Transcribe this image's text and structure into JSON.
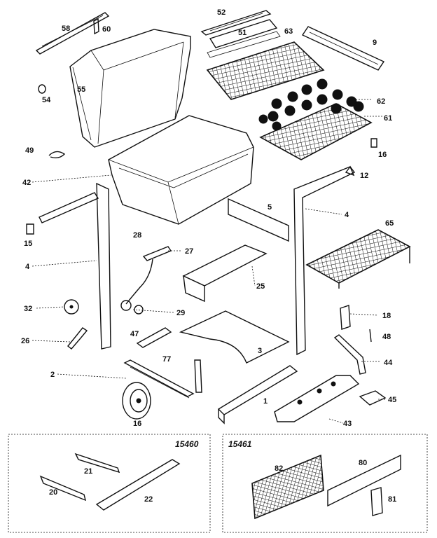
{
  "callouts": {
    "c58": "58",
    "c60": "60",
    "c52": "52",
    "c51": "51",
    "c63": "63",
    "c9": "9",
    "c55": "55",
    "c54": "54",
    "c62": "62",
    "c61": "61",
    "c16a": "16",
    "c49": "49",
    "c42": "42",
    "c12": "12",
    "c5": "5",
    "c4a": "4",
    "c65": "65",
    "c15": "15",
    "c28": "28",
    "c27": "27",
    "c4b": "4",
    "c25": "25",
    "c32": "32",
    "c29": "29",
    "c18": "18",
    "c47": "47",
    "c48": "48",
    "c26": "26",
    "c3": "3",
    "c77": "77",
    "c44": "44",
    "c2": "2",
    "c1": "1",
    "c45": "45",
    "c16b": "16",
    "c43": "43",
    "c21": "21",
    "c20": "20",
    "c22": "22",
    "c82": "82",
    "c80": "80",
    "c81": "81"
  },
  "kits": {
    "left_title": "15460",
    "right_title": "15461"
  }
}
